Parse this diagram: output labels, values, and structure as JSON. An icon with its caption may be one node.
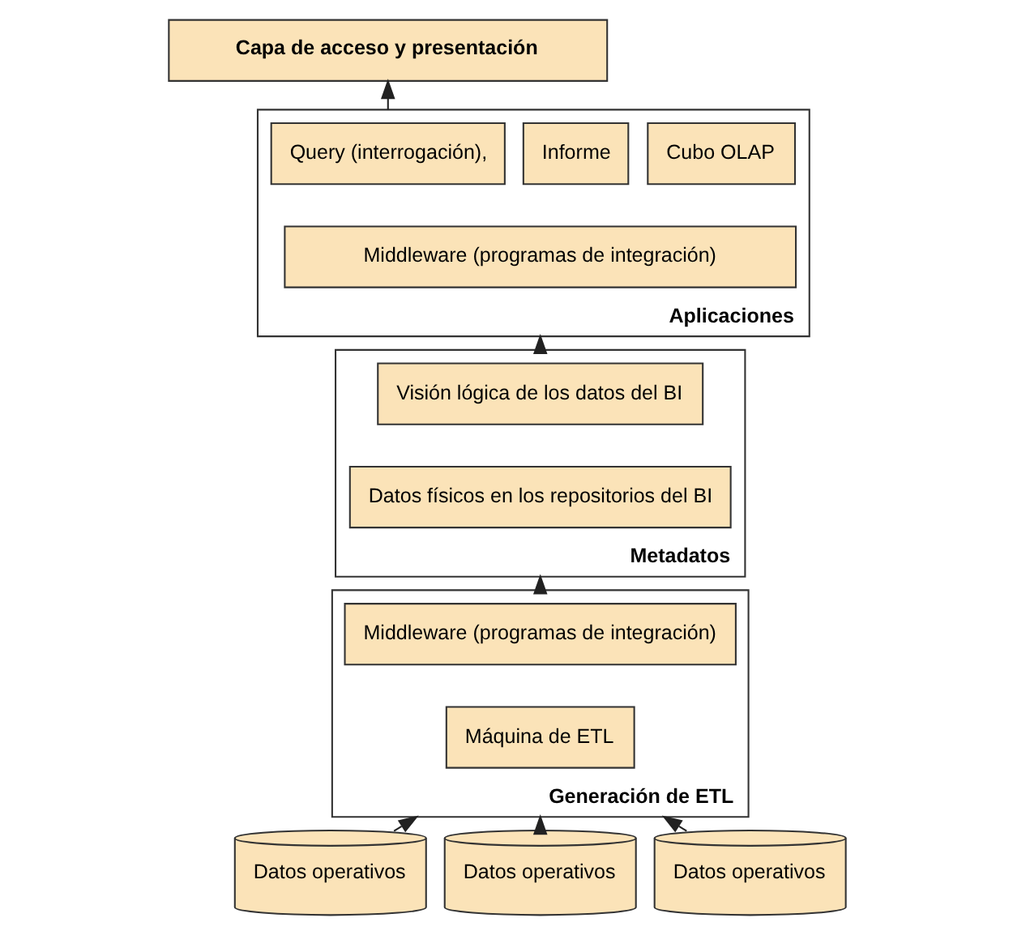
{
  "diagram": {
    "nodes": [
      {
        "text": [
          "Capa de acceso y presentación"
        ]
      },
      {
        "text": [
          "Aplicaciones"
        ]
      },
      {
        "text": [
          "Query (interrogación),"
        ],
        "in": 1
      },
      {
        "text": [
          "Informe"
        ],
        "in": 1
      },
      {
        "text": [
          "Cubo OLAP"
        ],
        "in": 1
      },
      {
        "text": [
          "Middleware (programas de integración)"
        ],
        "in": 1
      },
      {
        "text": [
          "Metadatos"
        ]
      },
      {
        "text": [
          "Visión lógica de los datos del BI"
        ],
        "in": 6
      },
      {
        "text": [
          "Datos físicos en los repositorios del BI"
        ],
        "in": 6
      },
      {
        "text": [
          "Generación de ETL"
        ]
      },
      {
        "text": [
          "Middleware (programas de integración)"
        ],
        "in": 9
      },
      {
        "text": [
          "Máquina de ETL"
        ],
        "in": 9
      },
      {
        "text": [
          "Datos operativos"
        ]
      },
      {
        "text": [
          "Datos operativos"
        ]
      },
      {
        "text": [
          "Datos operativos"
        ]
      }
    ],
    "edges": [
      {
        "from": 1,
        "to": 0,
        "arrow": "to"
      },
      {
        "from": 6,
        "to": 1,
        "arrow": "to"
      },
      {
        "from": 9,
        "to": 6,
        "arrow": "to"
      },
      {
        "from": 12,
        "to": 9,
        "arrow": "to"
      },
      {
        "from": 13,
        "to": 9,
        "arrow": "to"
      },
      {
        "from": 14,
        "to": 9,
        "arrow": "to"
      }
    ]
  }
}
